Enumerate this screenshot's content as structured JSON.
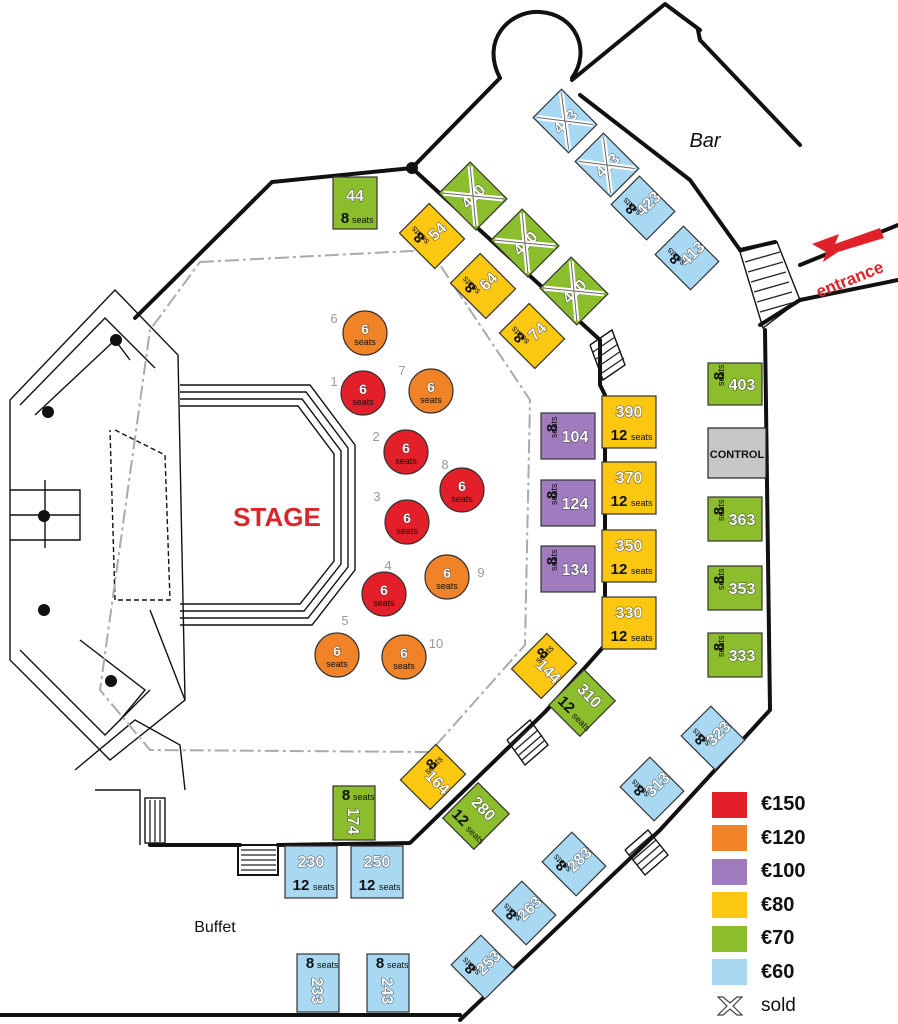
{
  "labels": {
    "stage": "STAGE",
    "bar": "Bar",
    "buffet": "Buffet",
    "entrance": "entrance",
    "control": "CONTROL",
    "seats_word": "seats"
  },
  "colors": {
    "p150": "#e3202a",
    "p120": "#f08327",
    "p100": "#a07cbf",
    "p80": "#fbc710",
    "p70": "#8bbd2c",
    "p60": "#a8d8f2",
    "control": "#c7c7c7",
    "stage_text": "#d9262a",
    "arrow": "#e0212a"
  },
  "legend": [
    {
      "price": "€150",
      "color": "#e3202a"
    },
    {
      "price": "€120",
      "color": "#f08327"
    },
    {
      "price": "€100",
      "color": "#a07cbf"
    },
    {
      "price": "€80",
      "color": "#fbc710"
    },
    {
      "price": "€70",
      "color": "#8bbd2c"
    },
    {
      "price": "€60",
      "color": "#a8d8f2"
    }
  ],
  "legend_sold": "sold",
  "round_tables": [
    {
      "id": "1",
      "seats": "6",
      "price": "€150"
    },
    {
      "id": "2",
      "seats": "6",
      "price": "€150"
    },
    {
      "id": "3",
      "seats": "6",
      "price": "€150"
    },
    {
      "id": "4",
      "seats": "6",
      "price": "€150"
    },
    {
      "id": "5",
      "seats": "6",
      "price": "€120"
    },
    {
      "id": "6",
      "seats": "6",
      "price": "€120"
    },
    {
      "id": "7",
      "seats": "6",
      "price": "€120"
    },
    {
      "id": "8",
      "seats": "6",
      "price": "€150"
    },
    {
      "id": "9",
      "seats": "6",
      "price": "€120"
    },
    {
      "id": "10",
      "seats": "6",
      "price": "€120"
    }
  ],
  "tables": [
    {
      "id": "44",
      "seats": "8",
      "price": "€70"
    },
    {
      "id": "54",
      "seats": "8",
      "price": "€80"
    },
    {
      "id": "64",
      "seats": "8",
      "price": "€80"
    },
    {
      "id": "74",
      "seats": "8",
      "price": "€80"
    },
    {
      "id": "420",
      "price": "€70",
      "sold": true
    },
    {
      "id": "410",
      "price": "€70",
      "sold": true
    },
    {
      "id": "400",
      "price": "€70",
      "sold": true
    },
    {
      "id": "443",
      "price": "€60",
      "sold": true
    },
    {
      "id": "433",
      "price": "€60",
      "sold": true
    },
    {
      "id": "423",
      "seats": "8",
      "price": "€60"
    },
    {
      "id": "413",
      "seats": "8",
      "price": "€60"
    },
    {
      "id": "403",
      "seats": "8",
      "price": "€70"
    },
    {
      "id": "104",
      "seats": "8",
      "price": "€100"
    },
    {
      "id": "124",
      "seats": "8",
      "price": "€100"
    },
    {
      "id": "134",
      "seats": "8",
      "price": "€100"
    },
    {
      "id": "390",
      "seats": "12",
      "price": "€80"
    },
    {
      "id": "370",
      "seats": "12",
      "price": "€80"
    },
    {
      "id": "350",
      "seats": "12",
      "price": "€80"
    },
    {
      "id": "330",
      "seats": "12",
      "price": "€80"
    },
    {
      "id": "363",
      "seats": "8",
      "price": "€70"
    },
    {
      "id": "353",
      "seats": "8",
      "price": "€70"
    },
    {
      "id": "333",
      "seats": "8",
      "price": "€70"
    },
    {
      "id": "144",
      "seats": "8",
      "price": "€80"
    },
    {
      "id": "310",
      "seats": "12",
      "price": "€70"
    },
    {
      "id": "164",
      "seats": "8",
      "price": "€80"
    },
    {
      "id": "280",
      "seats": "12",
      "price": "€70"
    },
    {
      "id": "174",
      "seats": "8",
      "price": "€70"
    },
    {
      "id": "323",
      "seats": "8",
      "price": "€60"
    },
    {
      "id": "313",
      "seats": "8",
      "price": "€60"
    },
    {
      "id": "230",
      "seats": "12",
      "price": "€60"
    },
    {
      "id": "250",
      "seats": "12",
      "price": "€60"
    },
    {
      "id": "283",
      "seats": "8",
      "price": "€60"
    },
    {
      "id": "263",
      "seats": "8",
      "price": "€60"
    },
    {
      "id": "253",
      "seats": "8",
      "price": "€60"
    },
    {
      "id": "233",
      "seats": "8",
      "price": "€60"
    },
    {
      "id": "243",
      "seats": "8",
      "price": "€60"
    }
  ]
}
